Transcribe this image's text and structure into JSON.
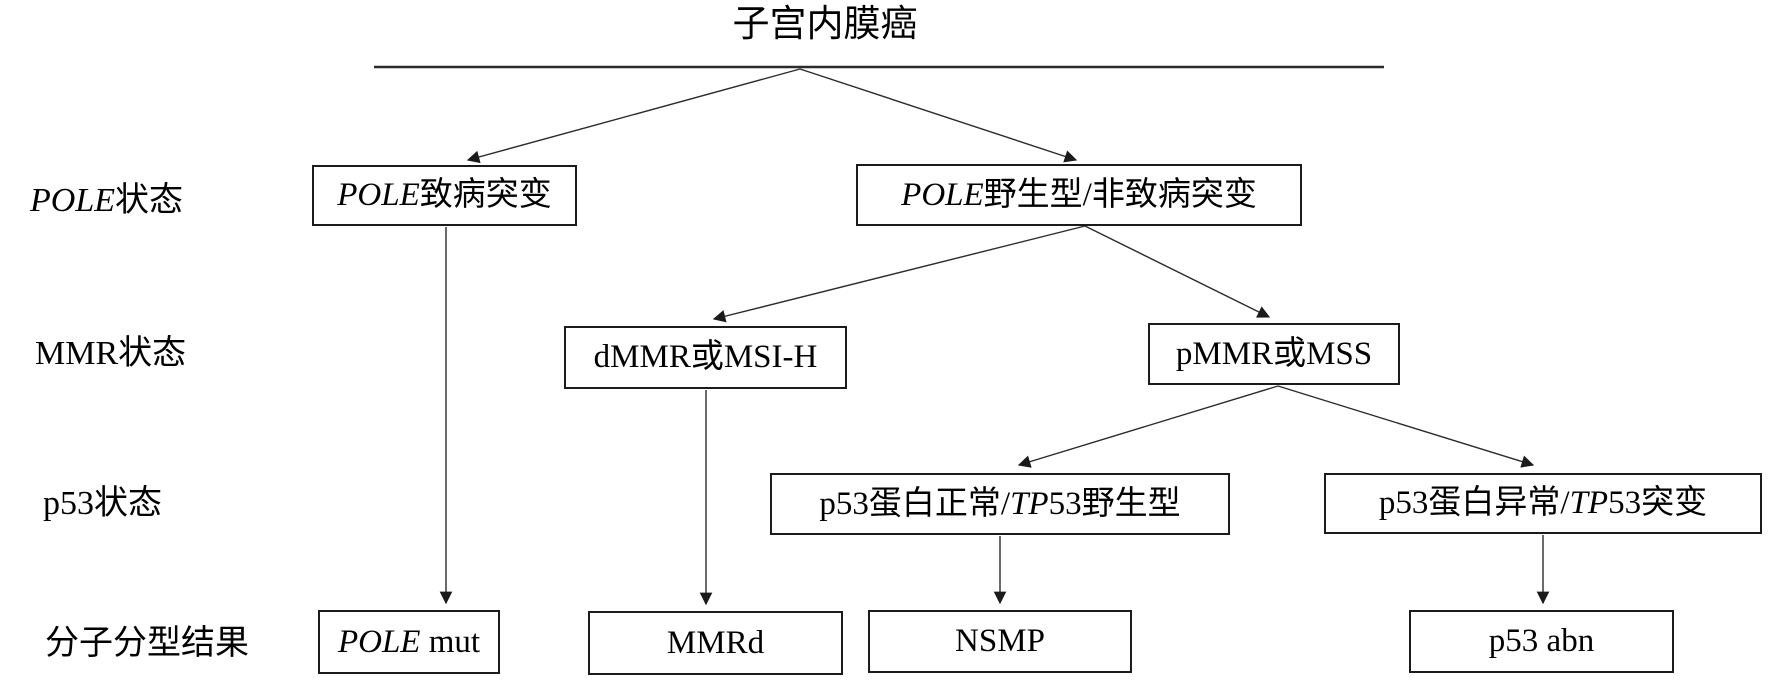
{
  "title": {
    "text": "子宫内膜癌"
  },
  "colors": {
    "background": "#ffffff",
    "line": "#2b2b2b",
    "box_border": "#1b1b1b",
    "text": "#000000"
  },
  "row_labels": {
    "pole": {
      "parts": [
        {
          "text": "POLE",
          "italic": true
        },
        {
          "text": "状态",
          "italic": false
        }
      ]
    },
    "mmr": {
      "parts": [
        {
          "text": "MMR状态",
          "italic": false
        }
      ]
    },
    "p53": {
      "parts": [
        {
          "text": "p53状态",
          "italic": false
        }
      ]
    },
    "result": {
      "parts": [
        {
          "text": "分子分型结果",
          "italic": false
        }
      ]
    }
  },
  "nodes": {
    "pole_pathogenic": {
      "parts": [
        {
          "text": "POLE",
          "italic": true
        },
        {
          "text": "致病突变",
          "italic": false
        }
      ]
    },
    "pole_wildtype": {
      "parts": [
        {
          "text": "POLE",
          "italic": true
        },
        {
          "text": "野生型/非致病突变",
          "italic": false
        }
      ]
    },
    "dmmr": {
      "parts": [
        {
          "text": "dMMR或MSI-H",
          "italic": false
        }
      ]
    },
    "pmmr": {
      "parts": [
        {
          "text": "pMMR或MSS",
          "italic": false
        }
      ]
    },
    "p53_normal": {
      "parts": [
        {
          "text": "p53蛋白正常/",
          "italic": false
        },
        {
          "text": "TP",
          "italic": true
        },
        {
          "text": "53野生型",
          "italic": false
        }
      ]
    },
    "p53_abnormal": {
      "parts": [
        {
          "text": "p53蛋白异常/",
          "italic": false
        },
        {
          "text": "TP",
          "italic": true
        },
        {
          "text": "53突变",
          "italic": false
        }
      ]
    },
    "result_pole_mut": {
      "parts": [
        {
          "text": "POLE",
          "italic": true
        },
        {
          "text": " mut",
          "italic": false
        }
      ]
    },
    "result_mmrd": {
      "parts": [
        {
          "text": "MMRd",
          "italic": false
        }
      ]
    },
    "result_nsmp": {
      "parts": [
        {
          "text": "NSMP",
          "italic": false
        }
      ]
    },
    "result_p53_abn": {
      "parts": [
        {
          "text": "p53 abn",
          "italic": false
        }
      ]
    }
  }
}
